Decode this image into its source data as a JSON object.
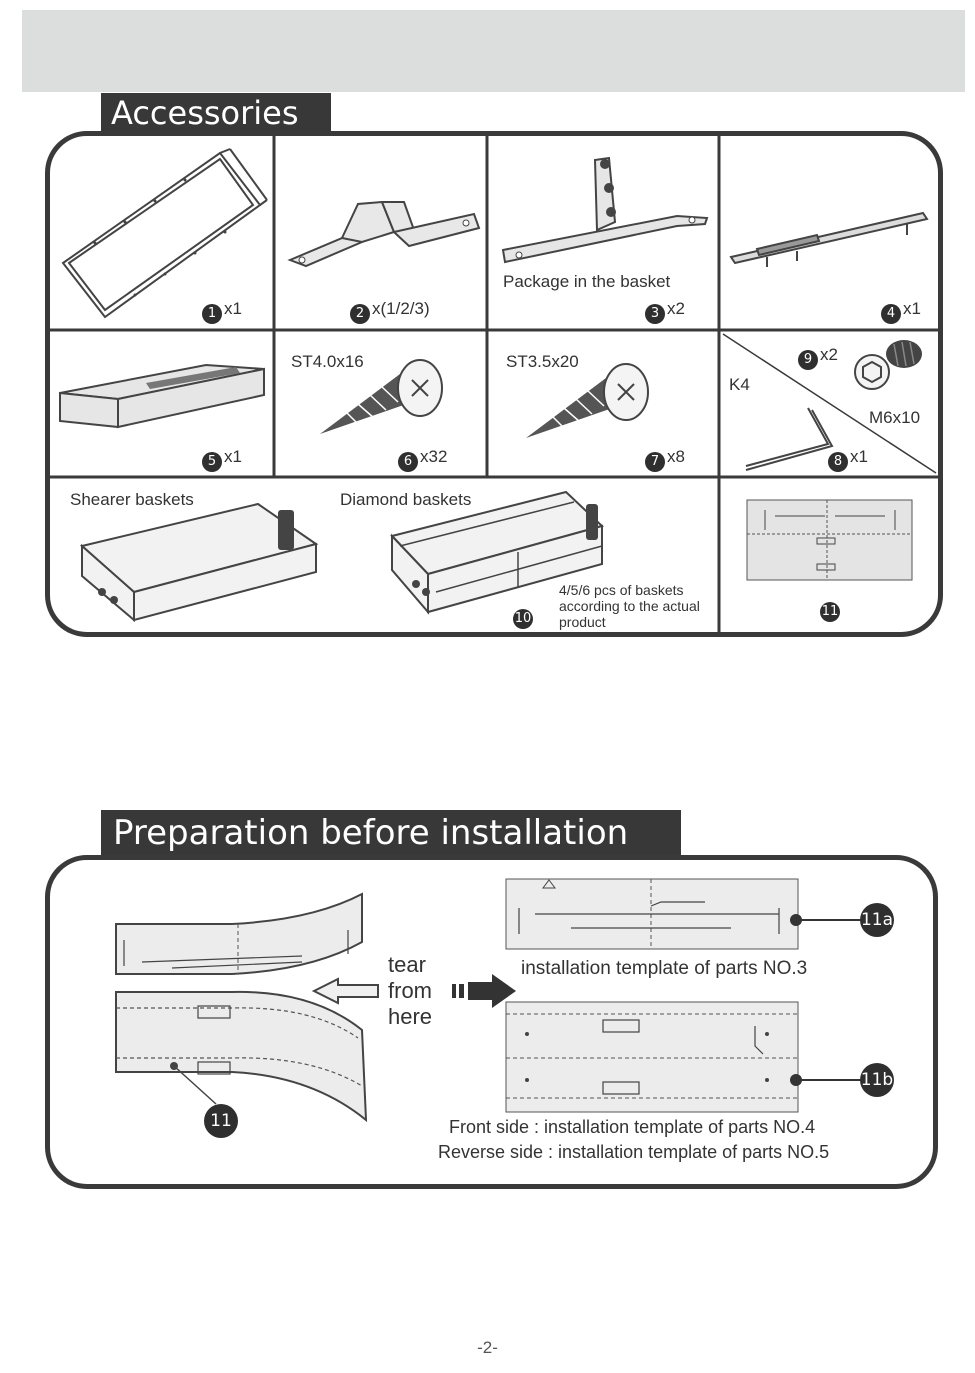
{
  "accessories": {
    "title": "Accessories",
    "items": [
      {
        "num": "1",
        "qty": "x1"
      },
      {
        "num": "2",
        "qty": "x(1/2/3)"
      },
      {
        "num": "3",
        "qty": "x2",
        "note": "Package in the basket"
      },
      {
        "num": "4",
        "qty": "x1"
      },
      {
        "num": "5",
        "qty": "x1"
      },
      {
        "num": "6",
        "qty": "x32",
        "spec": "ST4.0x16"
      },
      {
        "num": "7",
        "qty": "x8",
        "spec": "ST3.5x20"
      },
      {
        "num": "8",
        "qty": "x1",
        "spec": "K4"
      },
      {
        "num": "9",
        "qty": "x2",
        "spec": "M6x10"
      },
      {
        "num": "10",
        "shearer": "Shearer baskets",
        "diamond": "Diamond baskets",
        "note": "4/5/6 pcs of baskets according to the actual product"
      },
      {
        "num": "11"
      }
    ]
  },
  "preparation": {
    "title": "Preparation before installation",
    "tear": [
      "tear",
      "from",
      "here"
    ],
    "badge_main": "11",
    "badge_a": "11a",
    "badge_b": "11b",
    "caption_a": "installation template of parts NO.3",
    "caption_front": "Front side : installation template of parts NO.4",
    "caption_reverse": "Reverse side : installation template of parts NO.5"
  },
  "page_number": "-2-"
}
